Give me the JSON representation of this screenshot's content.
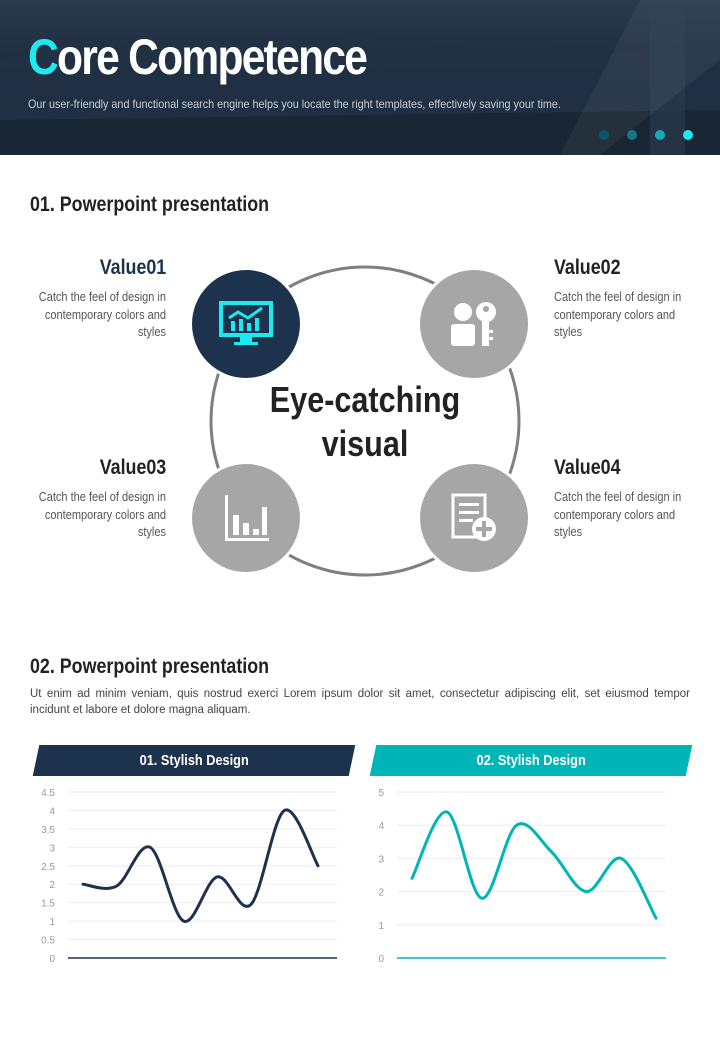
{
  "header": {
    "title_first_letter": "C",
    "title_rest": "ore Competence",
    "subtitle": "Our user-friendly and functional search engine helps you locate the right templates, effectively saving your time.",
    "dot_colors": [
      "#0e5566",
      "#13798a",
      "#18a9b8",
      "#1de9f0"
    ]
  },
  "section1": {
    "title": "01. Powerpoint presentation",
    "center_text_line1": "Eye-catching",
    "center_text_line2": "visual",
    "values": [
      {
        "title": "Value01",
        "desc": "Catch the feel of design in contemporary colors and styles",
        "icon": "monitor-chart-icon"
      },
      {
        "title": "Value02",
        "desc": "Catch the feel of design in contemporary colors and styles",
        "icon": "user-key-icon"
      },
      {
        "title": "Value03",
        "desc": "Catch the feel of design in contemporary colors and styles",
        "icon": "bar-chart-icon"
      },
      {
        "title": "Value04",
        "desc": "Catch the feel of design in contemporary colors and styles",
        "icon": "document-add-icon"
      }
    ]
  },
  "section2": {
    "title": "02. Powerpoint presentation",
    "paragraph": "Ut enim ad minim veniam, quis nostrud exerci  Lorem ipsum dolor sit amet, consectetur adipiscing elit, set eiusmod tempor incidunt et labore et dolore magna aliquam."
  },
  "colors": {
    "navy": "#1d334d",
    "teal": "#00b5b8",
    "cyan": "#1de9f0",
    "gray": "#a6a6a6"
  },
  "chart_data": [
    {
      "type": "line",
      "title": "01. Stylish Design",
      "x": [
        1,
        2,
        3,
        4,
        5,
        6,
        7,
        8
      ],
      "values": [
        2,
        1.95,
        3,
        1,
        2.2,
        1.45,
        4,
        2.5
      ],
      "ylim": [
        0,
        4.5
      ],
      "yticks": [
        "0",
        "0.5",
        "1",
        "1.5",
        "2",
        "2.5",
        "3",
        "3.5",
        "4",
        "4.5"
      ],
      "grid": true,
      "color": "#1d334d"
    },
    {
      "type": "line",
      "title": "02. Stylish Design",
      "x": [
        1,
        2,
        3,
        4,
        5,
        6,
        7,
        8
      ],
      "values": [
        2.4,
        4.4,
        1.8,
        4.0,
        3.2,
        2.0,
        3.0,
        1.2
      ],
      "ylim": [
        0,
        5
      ],
      "yticks": [
        "0",
        "1",
        "2",
        "3",
        "4",
        "5"
      ],
      "grid": true,
      "color": "#00b5b8"
    }
  ]
}
